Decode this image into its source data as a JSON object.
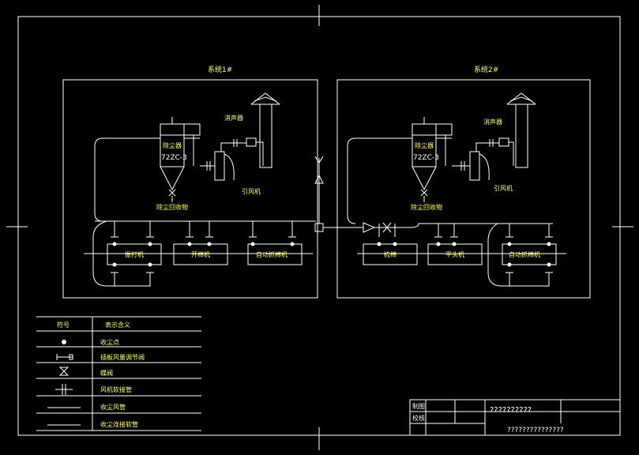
{
  "colors": {
    "background": "#000000",
    "line": "#ffffff",
    "label": "#ffff66"
  },
  "left_system": {
    "title": "系统1#",
    "collector_label": "除尘器",
    "collector_model": "72ZC-3",
    "fan_label": "引风机",
    "muffler_label": "消声器",
    "recovery_label": "除尘回收物",
    "machines": [
      "振打机",
      "开棉机",
      "自动抓棉机"
    ]
  },
  "right_system": {
    "title": "系统2#",
    "collector_label": "除尘器",
    "collector_model": "72ZC-3",
    "fan_label": "引风机",
    "muffler_label": "消声器",
    "recovery_label": "除尘回收物",
    "machines": [
      "梳棉",
      "平头机",
      "自动抓棉机"
    ]
  },
  "legend": {
    "header_symbol": "符号",
    "header_meaning": "表示含义",
    "rows": [
      {
        "icon": "dust-point-icon",
        "text": "收尘点"
      },
      {
        "icon": "damper-valve-icon",
        "text": "插板风量调节阀"
      },
      {
        "icon": "butterfly-valve-icon",
        "text": "蝶阀"
      },
      {
        "icon": "flexible-joint-icon",
        "text": "风机软接管"
      },
      {
        "icon": "duct-line-icon",
        "text": "收尘风管"
      },
      {
        "icon": "flex-duct-line-icon",
        "text": "收尘连接软管"
      }
    ]
  },
  "title_block": {
    "drawn_label": "制图",
    "checked_label": "校核",
    "drawing_title": "??????????",
    "project_name": "???????????????"
  }
}
